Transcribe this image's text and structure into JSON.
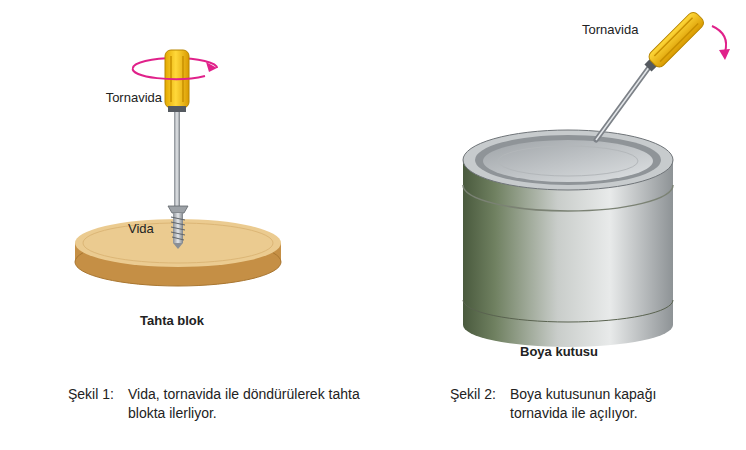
{
  "diagram": {
    "labels": [
      "Tornavida",
      "Vida",
      "Tahta blok",
      "Tornavida",
      "Boya kutusu",
      "Şekil 1:",
      "Vida, tornavida ile döndürülerek tahta blokta ilerliyor.",
      "Şekil 2:",
      "Boya kutusunun kapağı tornavida ile açılıyor."
    ]
  }
}
